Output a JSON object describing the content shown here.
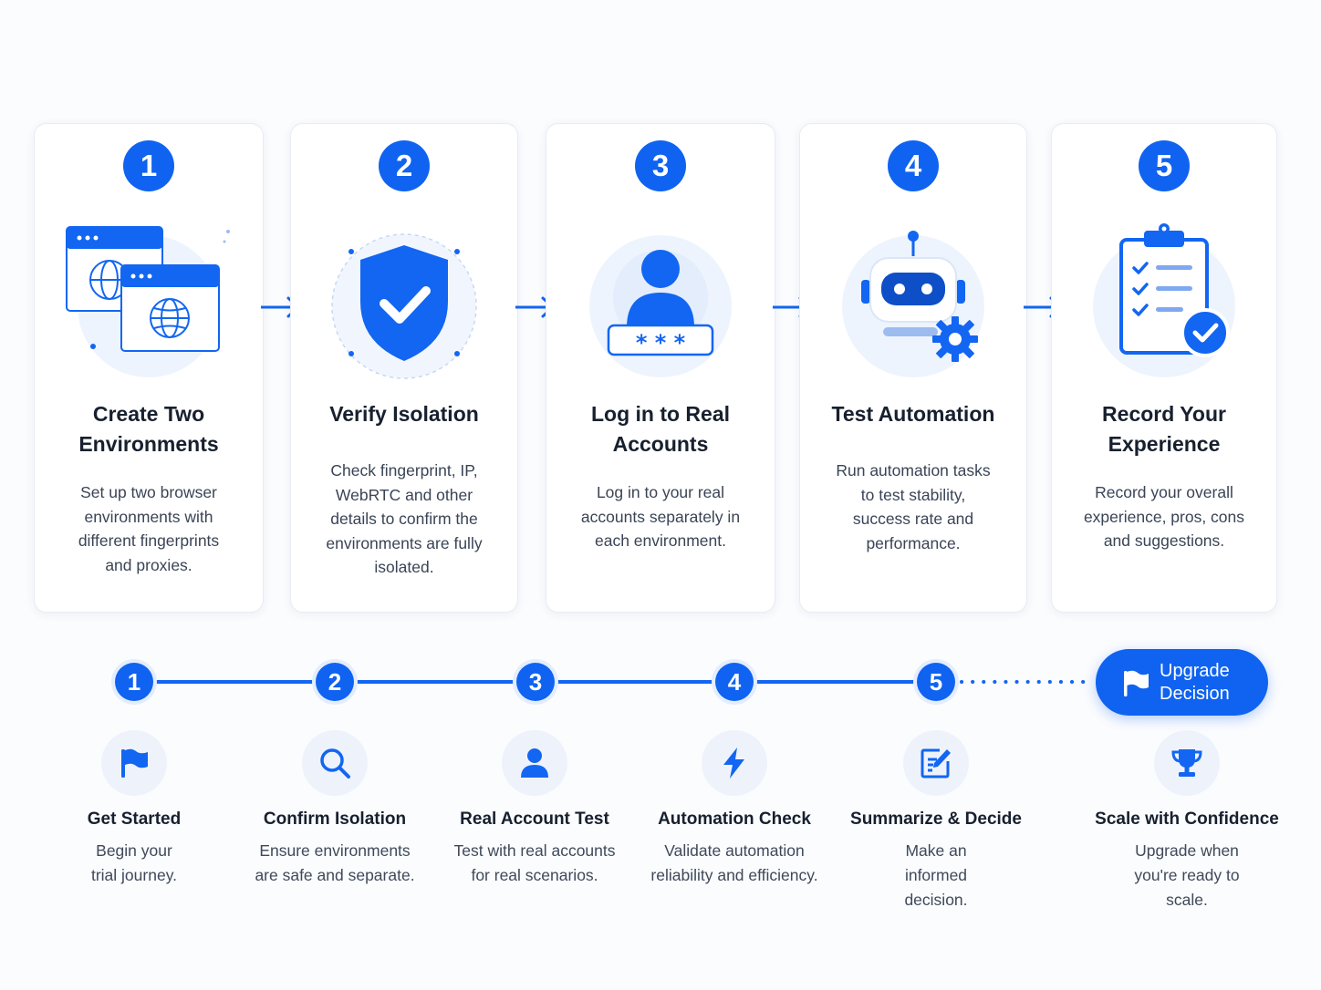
{
  "steps": [
    {
      "number": "1",
      "title": "Create Two Environments",
      "description": "Set up two browser environments with different fingerprints and proxies."
    },
    {
      "number": "2",
      "title": "Verify Isolation",
      "description": "Check fingerprint, IP, WebRTC and other details to confirm the environments are fully isolated."
    },
    {
      "number": "3",
      "title": "Log in to Real Accounts",
      "description": "Log in to your real accounts separately in each environment."
    },
    {
      "number": "4",
      "title": "Test Automation",
      "description": "Run automation tasks to test stability, success rate and performance."
    },
    {
      "number": "5",
      "title": "Record Your Experience",
      "description": "Record your overall experience, pros, cons and suggestions."
    }
  ],
  "illustrations": [
    "browser-windows-globe",
    "shield-check",
    "user-password",
    "robot-gear",
    "clipboard-checklist"
  ],
  "timeline": {
    "milestones": [
      {
        "number": "1",
        "icon": "flag-icon",
        "title": "Get Started",
        "description": "Begin your trial journey."
      },
      {
        "number": "2",
        "icon": "search-icon",
        "title": "Confirm Isolation",
        "description": "Ensure environments are safe and separate."
      },
      {
        "number": "3",
        "icon": "user-icon",
        "title": "Real Account Test",
        "description": "Test with real accounts for real scenarios."
      },
      {
        "number": "4",
        "icon": "lightning-icon",
        "title": "Automation Check",
        "description": "Validate automation reliability and efficiency."
      },
      {
        "number": "5",
        "icon": "edit-icon",
        "title": "Summarize & Decide",
        "description": "Make an informed decision."
      }
    ],
    "final": {
      "label": "Upgrade Decision",
      "icon": "flag-icon",
      "title": "Scale with Confidence",
      "description": "Upgrade when you're ready to scale.",
      "sub_icon": "trophy-icon"
    }
  },
  "colors": {
    "accent": "#0f63f0",
    "light": "#e9f1fd",
    "text": "#17202e"
  }
}
